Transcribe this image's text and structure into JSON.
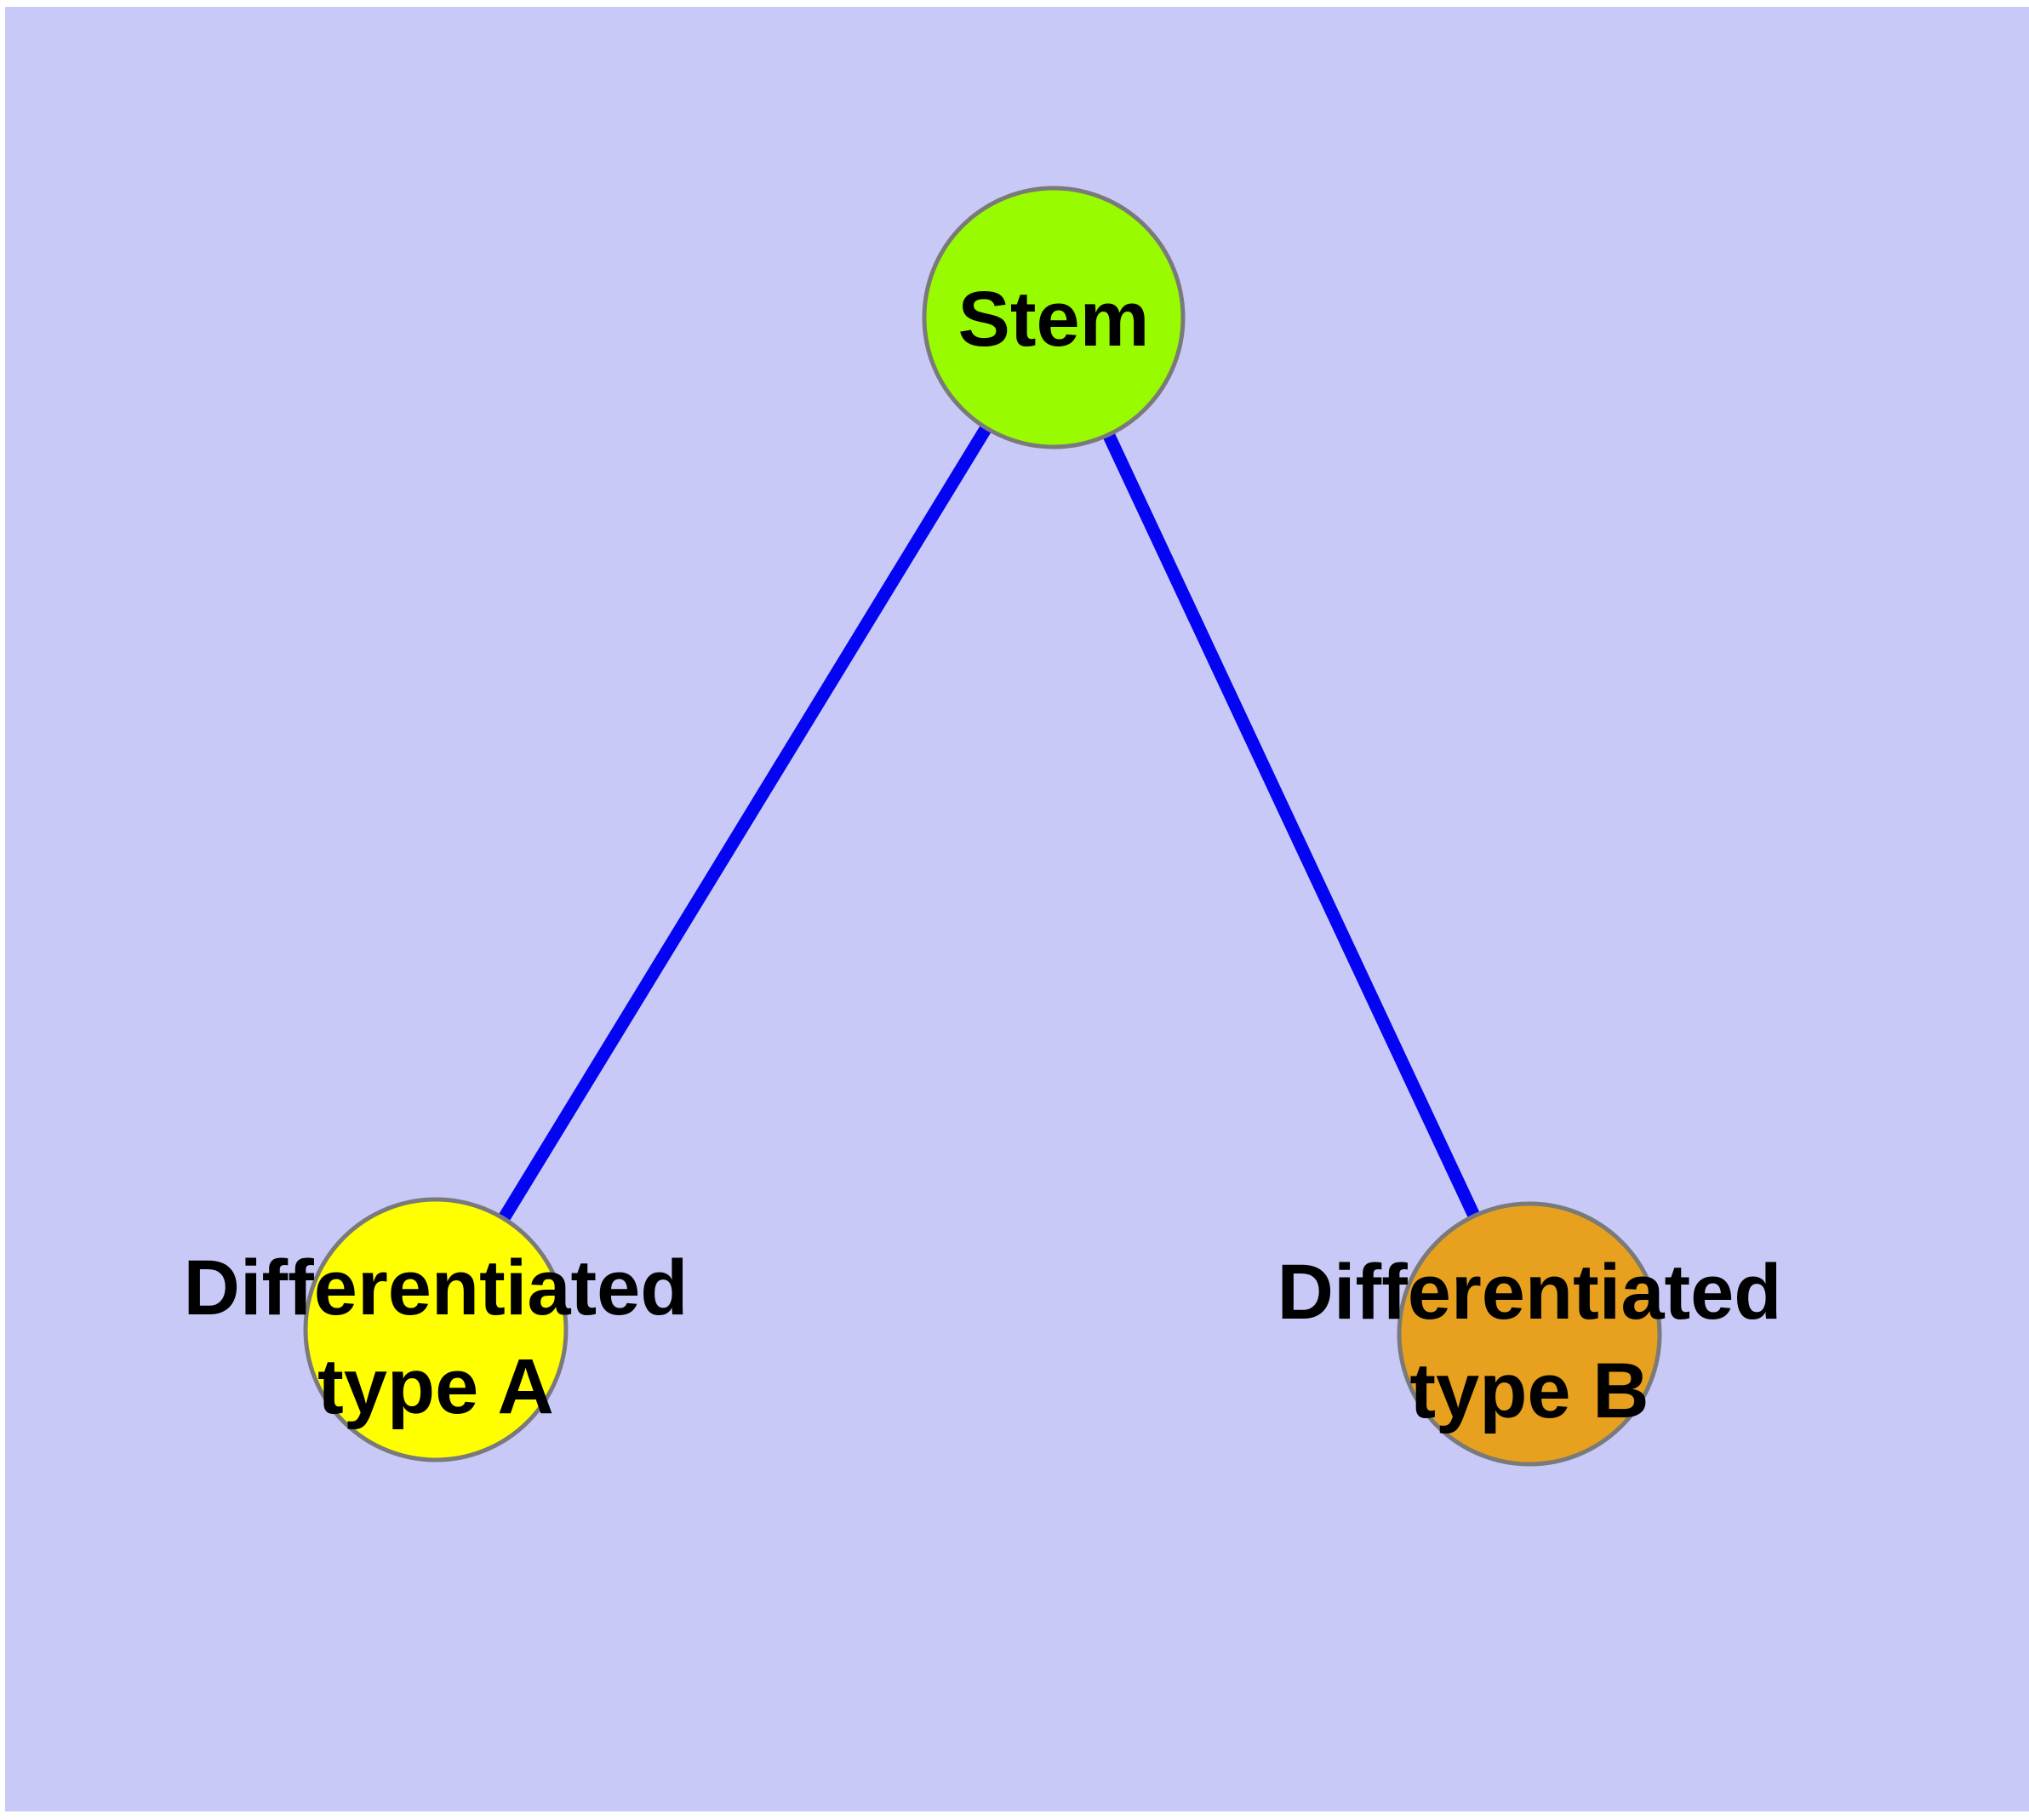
{
  "background": {
    "page_color": "#ffffff",
    "canvas_color": "#c9c9f8"
  },
  "graph": {
    "title": "",
    "edge_color": "#0404f2",
    "node_border_color": "#7a7a7a",
    "label_color": "#000000",
    "nodes": {
      "stem": {
        "label": "Stem",
        "fill": "#99fb00"
      },
      "type_a": {
        "label": "Differentiated type A",
        "line1": "Differentiated",
        "line2": "type A",
        "fill": "#ffff00"
      },
      "type_b": {
        "label": "Differentiated type B",
        "line1": "Differentiated",
        "line2": "type B",
        "fill": "#e8a11e"
      }
    },
    "edges": [
      {
        "from": "Stem",
        "to": "Differentiated type A"
      },
      {
        "from": "Stem",
        "to": "Differentiated type B"
      }
    ]
  }
}
